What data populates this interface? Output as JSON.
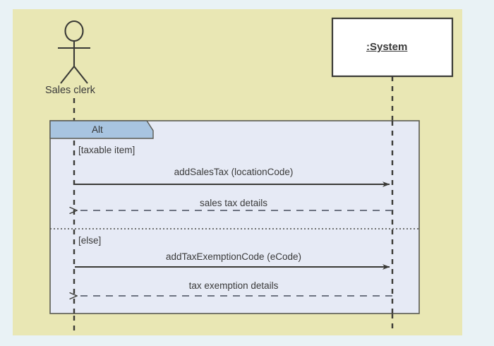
{
  "diagram": {
    "type": "uml-sequence-diagram",
    "colors": {
      "page_background": "#e9f2f5",
      "canvas_background": "#e9e7b4",
      "fragment_fill": "#e6eaf5",
      "fragment_header_fill": "#a8c4e0",
      "lifeline_box_fill": "#ffffff",
      "stroke": "#3a3a36",
      "text": "#3a3a3a"
    },
    "actor": {
      "name": "Sales clerk",
      "icon": "stick-figure-actor-icon"
    },
    "participant": {
      "name": ":System",
      "underlined": true
    },
    "fragment": {
      "operator": "Alt",
      "operands": [
        {
          "guard": "[taxable item]",
          "messages": [
            {
              "label": "addSalesTax (locationCode)",
              "direction": "actor-to-system",
              "style": "solid",
              "arrowhead": "filled"
            },
            {
              "label": "sales tax details",
              "direction": "system-to-actor",
              "style": "dashed",
              "arrowhead": "open"
            }
          ]
        },
        {
          "guard": "[else]",
          "messages": [
            {
              "label": "addTaxExemptionCode (eCode)",
              "direction": "actor-to-system",
              "style": "solid",
              "arrowhead": "filled"
            },
            {
              "label": "tax exemption details",
              "direction": "system-to-actor",
              "style": "dashed",
              "arrowhead": "open"
            }
          ]
        }
      ]
    }
  }
}
